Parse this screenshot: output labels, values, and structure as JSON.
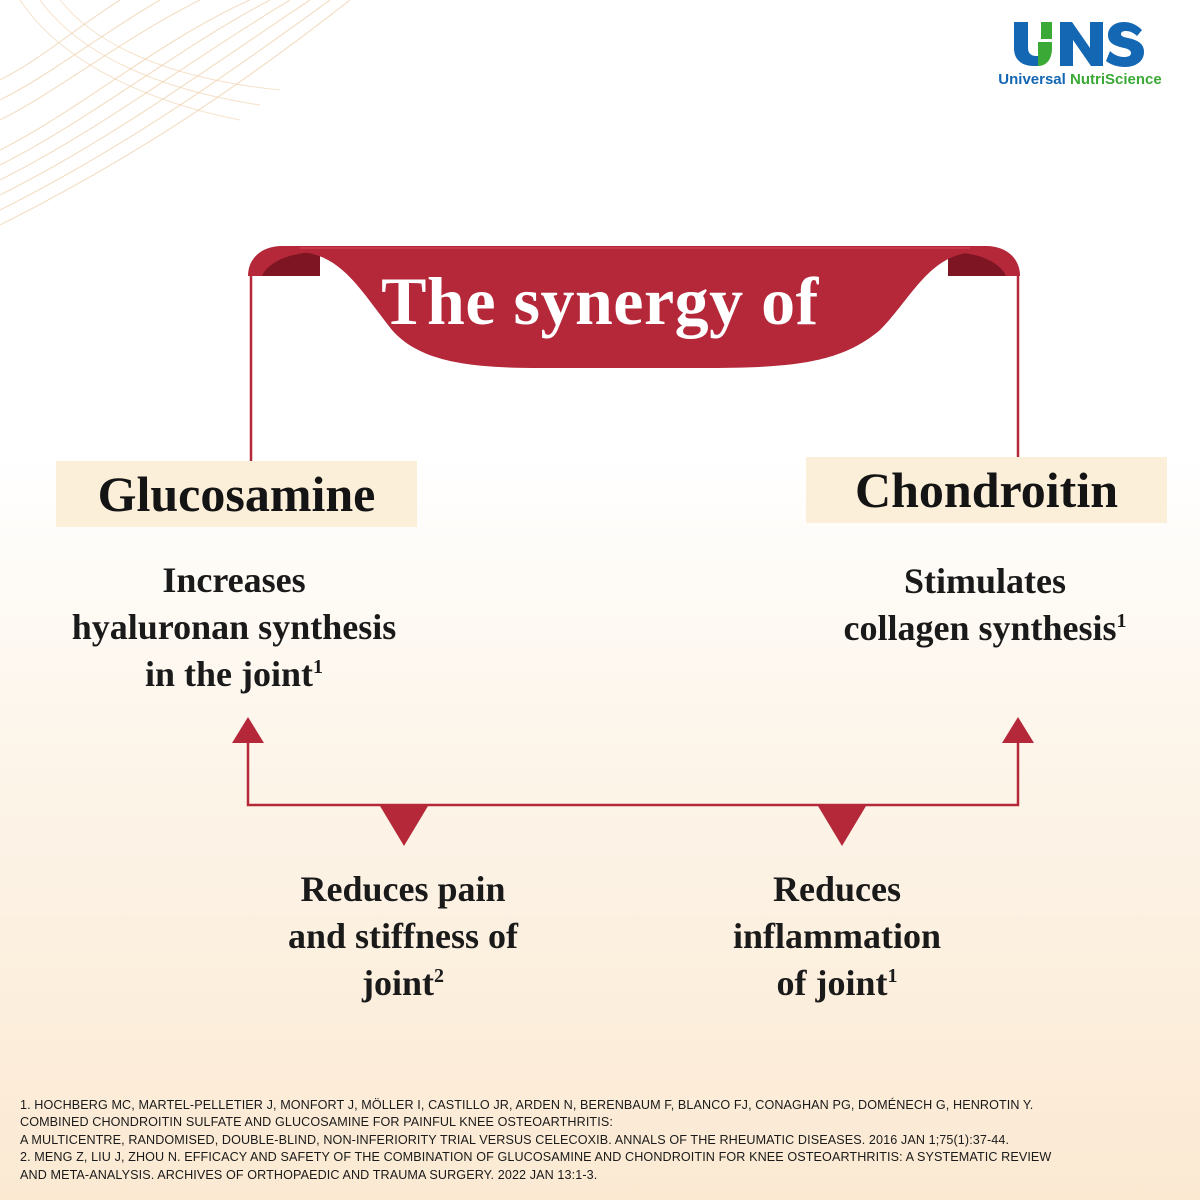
{
  "brand": {
    "logo_letters": "UNS",
    "name_part1": "Universal",
    "name_part2": "NutriScience",
    "colors": {
      "blue": "#1467b3",
      "green": "#3aa935"
    }
  },
  "banner": {
    "title": "The synergy of",
    "color": "#b5283a"
  },
  "ingredients": {
    "left": "Glucosamine",
    "right": "Chondroitin"
  },
  "benefits": {
    "glucosamine": {
      "lines": [
        "Increases",
        "hyaluronan synthesis",
        "in the joint"
      ],
      "ref": "1"
    },
    "chondroitin": {
      "lines": [
        "Stimulates",
        "collagen synthesis"
      ],
      "ref": "1"
    },
    "pain": {
      "lines": [
        "Reduces pain",
        "and stiffness of",
        "joint"
      ],
      "ref": "2"
    },
    "inflammation": {
      "lines": [
        "Reduces",
        "inflammation",
        "of joint"
      ],
      "ref": "1"
    }
  },
  "references": [
    "1. HOCHBERG MC, MARTEL-PELLETIER J, MONFORT J, MÖLLER I, CASTILLO JR, ARDEN N, BERENBAUM F, BLANCO FJ, CONAGHAN PG, DOMÉNECH G, HENROTIN Y.",
    "COMBINED CHONDROITIN SULFATE AND GLUCOSAMINE FOR PAINFUL KNEE OSTEOARTHRITIS:",
    "A MULTICENTRE, RANDOMISED, DOUBLE-BLIND, NON-INFERIORITY TRIAL VERSUS CELECOXIB. ANNALS OF THE RHEUMATIC DISEASES. 2016 JAN 1;75(1):37-44.",
    "2. MENG Z, LIU J, ZHOU N. EFFICACY AND SAFETY OF THE COMBINATION OF GLUCOSAMINE AND CHONDROITIN FOR KNEE OSTEOARTHRITIS: A SYSTEMATIC REVIEW",
    "AND META-ANALYSIS. ARCHIVES OF ORTHOPAEDIC AND TRAUMA SURGERY. 2022 JAN 13:1-3."
  ]
}
